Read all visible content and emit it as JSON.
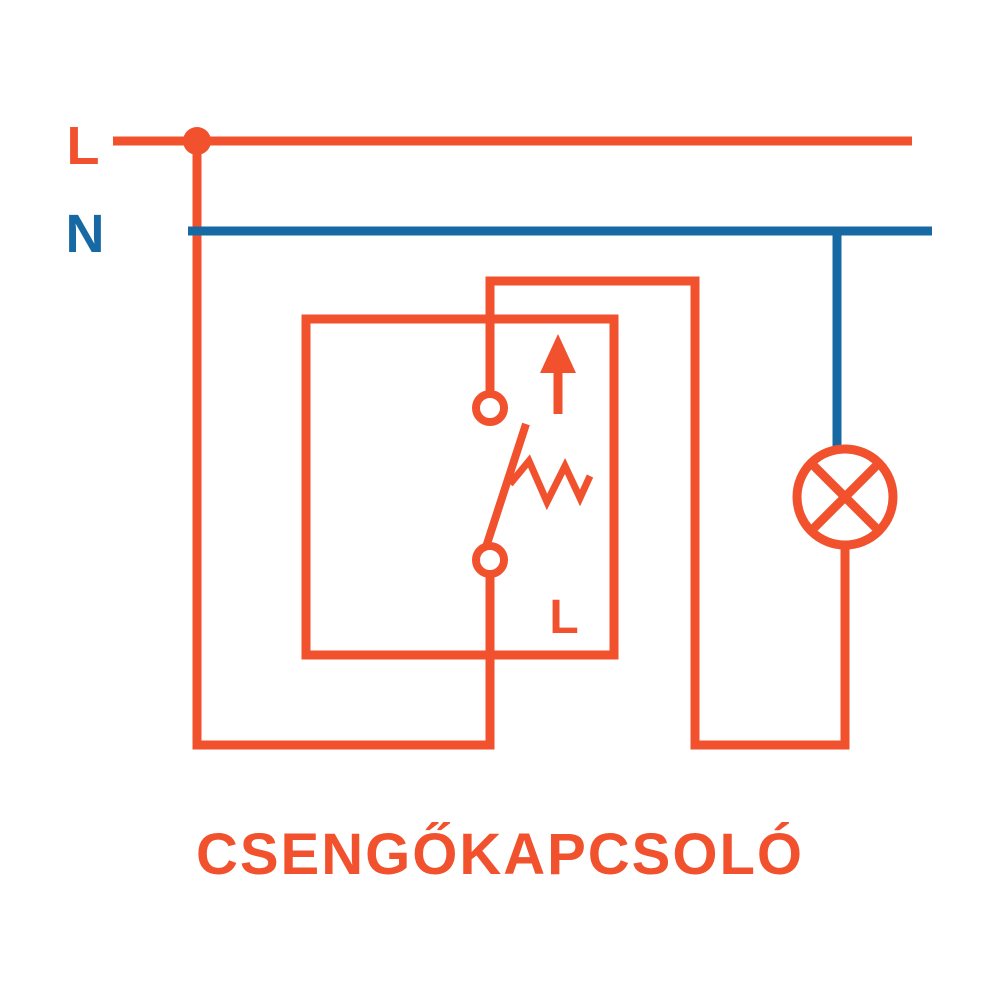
{
  "colors": {
    "live": "#F1512D",
    "neutral": "#1769A3",
    "background": "#FFFFFF"
  },
  "diagram": {
    "title": "CSENGŐKAPCSOLÓ",
    "labels": {
      "live_line": "L",
      "neutral_line": "N",
      "switch_terminal": "L"
    }
  }
}
